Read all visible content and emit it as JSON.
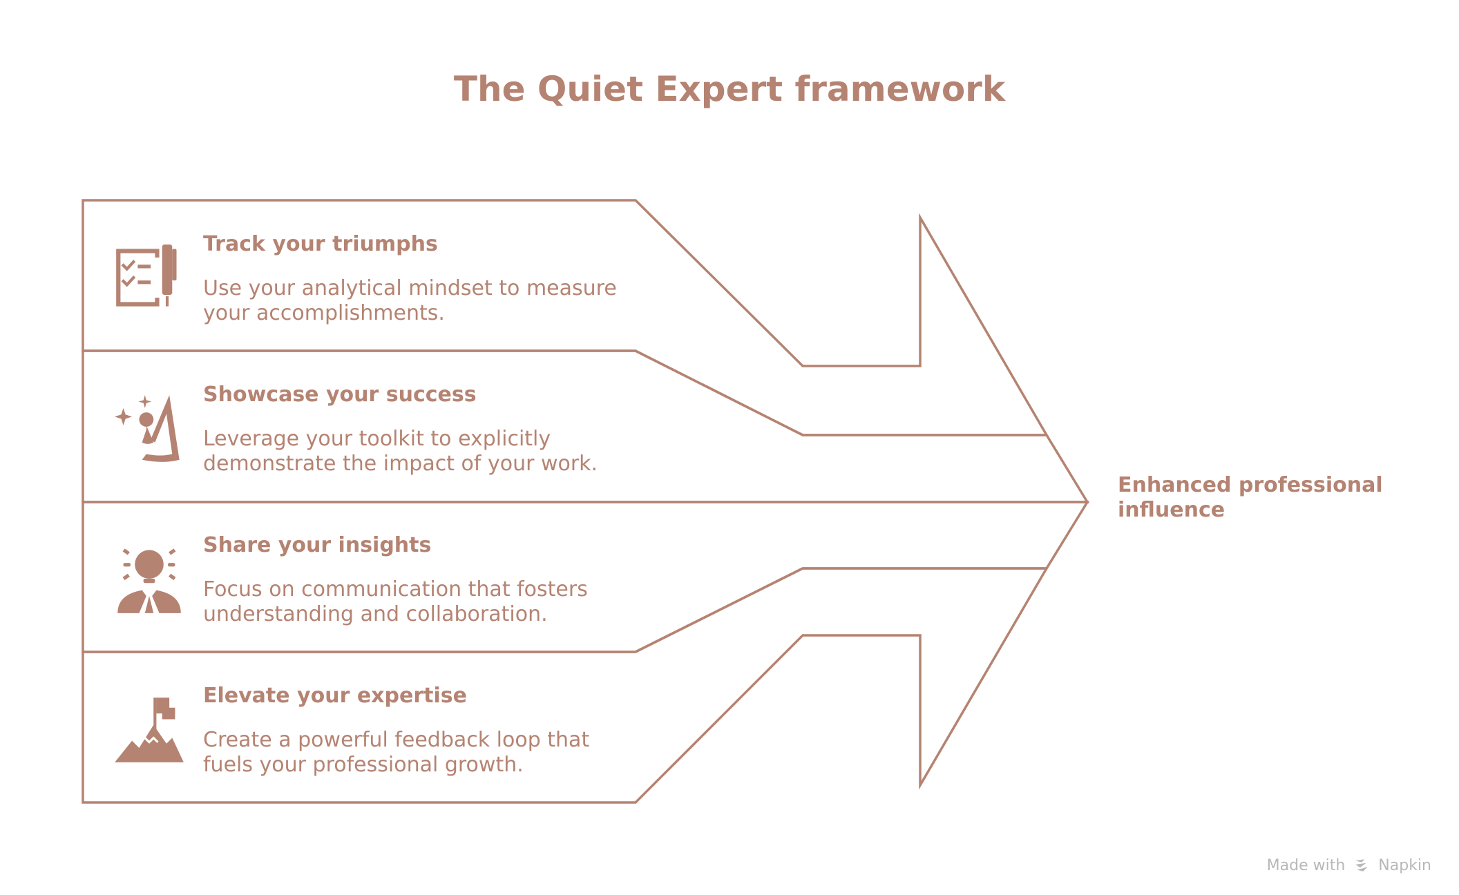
{
  "title": "The Quiet Expert framework",
  "steps": [
    {
      "title": "Track your triumphs",
      "desc_line1": "Use your analytical mindset to measure",
      "desc_line2": "your accomplishments.",
      "icon": "checklist-icon"
    },
    {
      "title": "Showcase your success",
      "desc_line1": "Leverage your toolkit to explicitly",
      "desc_line2": "demonstrate the impact of your work.",
      "icon": "spotlight-icon"
    },
    {
      "title": "Share your insights",
      "desc_line1": "Focus on communication that fosters",
      "desc_line2": "understanding and collaboration.",
      "icon": "lightbulb-person-icon"
    },
    {
      "title": "Elevate your expertise",
      "desc_line1": "Create a powerful feedback loop that",
      "desc_line2": "fuels your professional growth.",
      "icon": "mountain-flag-icon"
    }
  ],
  "outcome": {
    "line1": "Enhanced professional",
    "line2": "influence"
  },
  "footer": {
    "made_with": "Made with",
    "brand": "Napkin"
  },
  "colors": {
    "accent": "#b58372",
    "footer": "#b8b8b8"
  }
}
